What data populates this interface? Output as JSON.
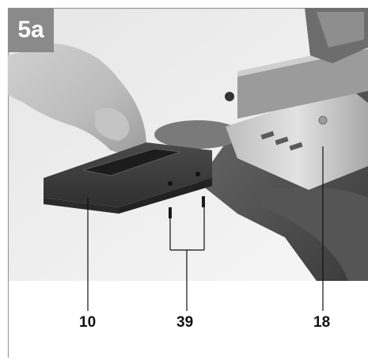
{
  "figure": {
    "label": "5a",
    "badge_color": "#8a8a8a",
    "border_color": "#9a9a9a",
    "image_description_icon": "photo-saw-table-insert-icon"
  },
  "callouts": [
    {
      "text": "10",
      "name": "callout-10"
    },
    {
      "text": "39",
      "name": "callout-39"
    },
    {
      "text": "18",
      "name": "callout-18"
    }
  ]
}
